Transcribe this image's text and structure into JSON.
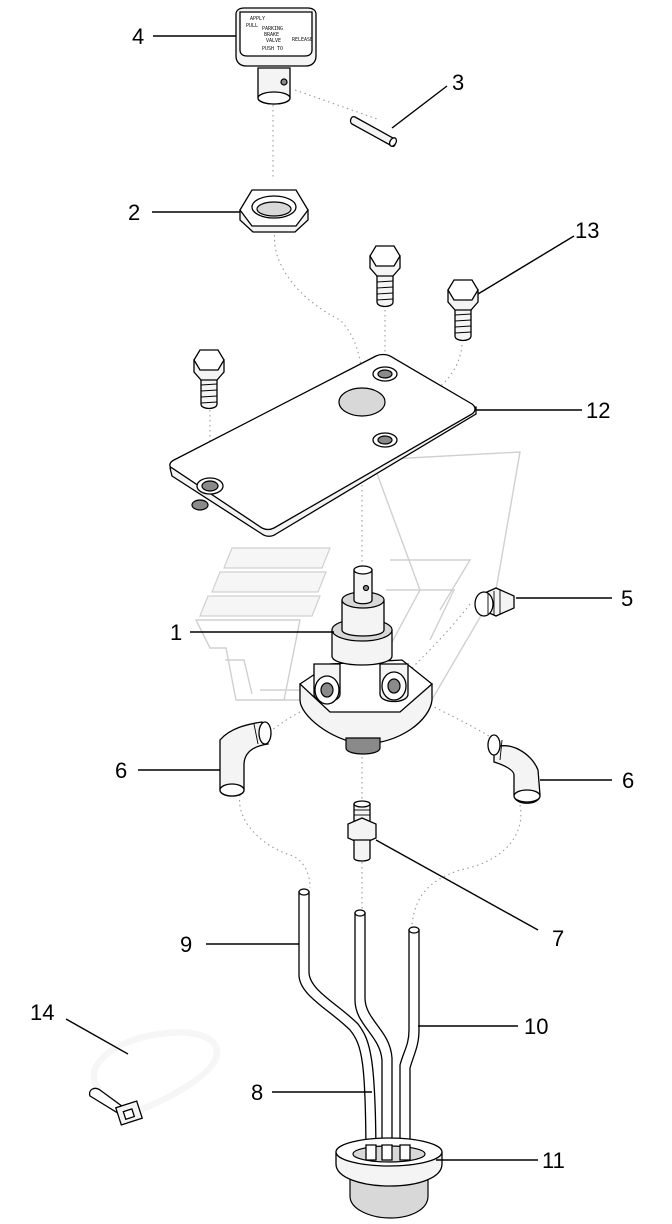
{
  "callouts": [
    {
      "id": "4",
      "label": "4"
    },
    {
      "id": "3",
      "label": "3"
    },
    {
      "id": "2",
      "label": "2"
    },
    {
      "id": "13",
      "label": "13"
    },
    {
      "id": "12",
      "label": "12"
    },
    {
      "id": "5",
      "label": "5"
    },
    {
      "id": "1",
      "label": "1"
    },
    {
      "id": "6a",
      "label": "6"
    },
    {
      "id": "6b",
      "label": "6"
    },
    {
      "id": "7",
      "label": "7"
    },
    {
      "id": "9",
      "label": "9"
    },
    {
      "id": "14",
      "label": "14"
    },
    {
      "id": "10",
      "label": "10"
    },
    {
      "id": "8",
      "label": "8"
    },
    {
      "id": "11",
      "label": "11"
    }
  ],
  "knob_text": {
    "apply": "APPLY",
    "pull": "PULL",
    "parking": "PARKING",
    "brake": "BRAKE",
    "valve": "VALVE",
    "push_to": "PUSH TO",
    "release": "RELEASE"
  }
}
